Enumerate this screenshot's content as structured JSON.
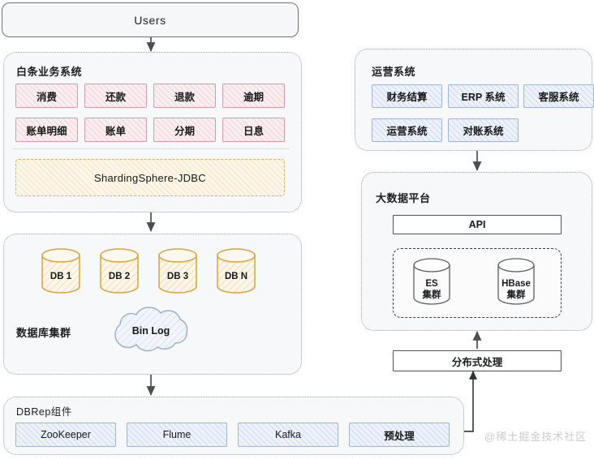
{
  "diagram": {
    "type": "architecture-diagram",
    "watermark": "@稀土掘金技术社区",
    "users": {
      "label": "Users"
    },
    "baitiao": {
      "title": "白条业务系统",
      "modules": [
        "消费",
        "还款",
        "退款",
        "逾期",
        "账单明细",
        "账单",
        "分期",
        "日息"
      ],
      "middleware": "ShardingSphere-JDBC"
    },
    "db_cluster": {
      "title": "数据库集群",
      "databases": [
        "DB 1",
        "DB 2",
        "DB 3",
        "DB N"
      ],
      "binlog": "Bin Log"
    },
    "dbrep": {
      "title": "DBRep组件",
      "components": [
        "ZooKeeper",
        "Flume",
        "Kafka",
        "预处理"
      ]
    },
    "ops": {
      "title": "运营系统",
      "systems": [
        "财务结算",
        "ERP 系统",
        "客服系统",
        "运营系统",
        "对账系统"
      ]
    },
    "bigdata": {
      "title": "大数据平台",
      "api": "API",
      "clusters": [
        {
          "name": "ES",
          "suffix": "集群"
        },
        {
          "name": "HBase",
          "suffix": "集群"
        }
      ]
    },
    "distributed": {
      "label": "分布式处理"
    },
    "colors": {
      "pink_border": "#d59aa5",
      "pink_fill": "#fbeef0",
      "cream_border": "#dfae5b",
      "cream_fill": "#fdf6e9",
      "blue_border": "#9db5d8",
      "blue_fill": "#eef3fb",
      "cylinder_gold": "#d6a33c",
      "cloud_blue": "#9db0d0",
      "container_bg": "#f7f8f9",
      "container_border": "#9aa0a6",
      "arrow": "#4b4f53"
    }
  }
}
